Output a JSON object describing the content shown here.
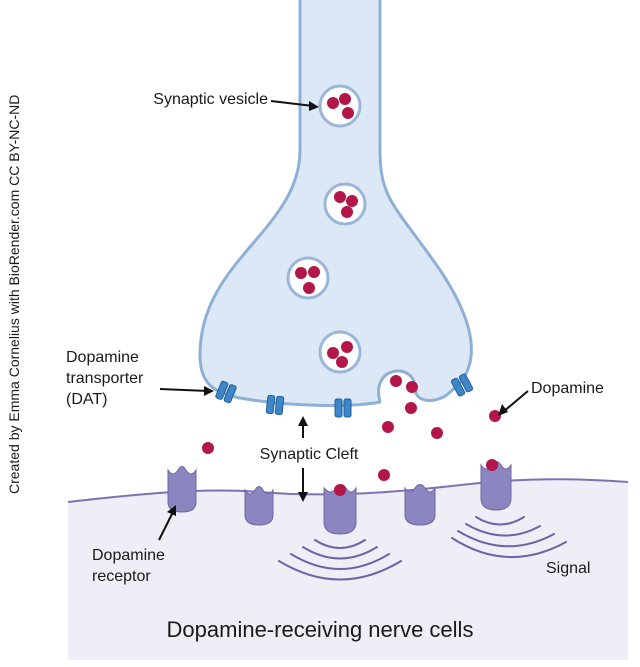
{
  "labels": {
    "synaptic_vesicle": "Synaptic vesicle",
    "dat_line1": "Dopamine",
    "dat_line2": "transporter",
    "dat_line3": "(DAT)",
    "dopamine": "Dopamine",
    "synaptic_cleft": "Synaptic Cleft",
    "receptor_line1": "Dopamine",
    "receptor_line2": "receptor",
    "signal": "Signal",
    "bottom_caption": "Dopamine-receiving nerve cells"
  },
  "credit": "Created by Emma Cornelius with BioRender.com CC BY-NC-ND",
  "colors": {
    "neuron_fill": "#dde8f6",
    "neuron_stroke": "#8fb0d6",
    "vesicle_stroke": "#9ab6d8",
    "dopamine": "#b3174a",
    "transporter": "#3f86c8",
    "receptor": "#8c86c0",
    "membrane": "#7f70b3",
    "receiving_cell": "#efedf5",
    "signal_arc": "#6e63a8"
  }
}
